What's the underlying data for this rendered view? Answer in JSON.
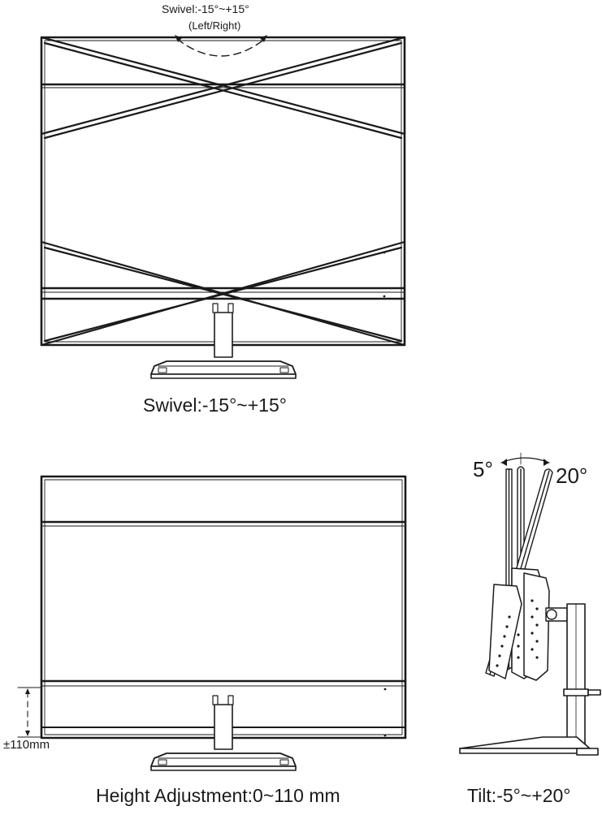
{
  "swivel_diagram": {
    "top_label": "Swivel:-15°~+15°",
    "top_sublabel": "(Left/Right)",
    "caption": "Swivel:-15°~+15°"
  },
  "height_diagram": {
    "range_label": "±110mm",
    "caption": "Height Adjustment:0~110 mm"
  },
  "tilt_diagram": {
    "back_angle_label": "5°",
    "forward_angle_label": "20°",
    "caption": "Tilt:-5°~+20°"
  }
}
